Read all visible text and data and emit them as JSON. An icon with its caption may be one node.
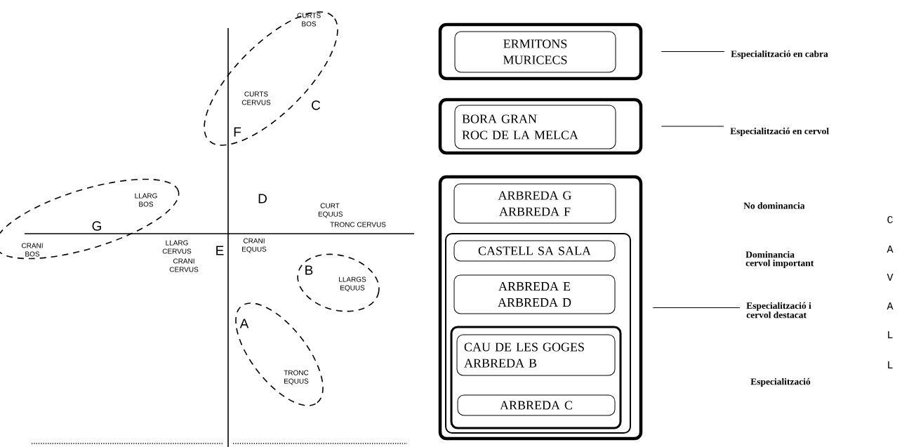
{
  "diagram": {
    "nodes": [
      {
        "text": [
          "CURTS BOS",
          "CURTS CERVUS",
          "C",
          "F"
        ]
      },
      {
        "text": [
          "LLARG BOS",
          "G",
          "CRANI BOS"
        ]
      },
      {
        "text": [
          "B",
          "LLARGS EQUUS"
        ]
      },
      {
        "text": [
          "A",
          "TRONC EQUUS"
        ]
      },
      {
        "text": [],
        "shape": "box"
      },
      {
        "text": [
          "ERMITONS",
          "MURICECS"
        ],
        "in": 4
      },
      {
        "text": [],
        "shape": "box"
      },
      {
        "text": [
          "BORA GRAN",
          "ROC DE LA MELCA"
        ],
        "in": 6
      },
      {
        "text": [],
        "shape": "box"
      },
      {
        "text": [
          "ARBREDA G",
          "ARBREDA F"
        ],
        "in": 8
      },
      {
        "text": [],
        "shape": "box",
        "in": 8
      },
      {
        "text": [
          "CASTELL SA SALA"
        ],
        "in": 10
      },
      {
        "text": [
          "ARBREDA E",
          "ARBREDA D"
        ],
        "in": 10
      },
      {
        "text": [],
        "shape": "box",
        "in": 10
      },
      {
        "text": [
          "CAU DE LES GOGES",
          "ARBREDA B"
        ],
        "in": 13
      },
      {
        "text": [
          "ARBREDA C"
        ],
        "in": 13
      },
      {
        "text": [
          "Especialització en cabra"
        ]
      },
      {
        "text": [
          "Especialització en cervol"
        ]
      },
      {
        "text": [
          "Especialització i cervol destacat"
        ]
      }
    ],
    "edges": [
      {
        "from": 4,
        "to": 16,
        "arrow": "none"
      },
      {
        "from": 6,
        "to": 17,
        "arrow": "none"
      },
      {
        "from": 8,
        "to": 18,
        "arrow": "none"
      }
    ],
    "labels": [
      "D",
      "CURT EQUUS",
      "TRONC CERVUS",
      "LLARG CERVUS",
      "E",
      "CRANI EQUUS",
      "CRANI CERVUS",
      "No dominancia",
      "Dominancia cervol important",
      "C",
      "A",
      "V",
      "A",
      "L",
      "L",
      "Especialització"
    ]
  }
}
